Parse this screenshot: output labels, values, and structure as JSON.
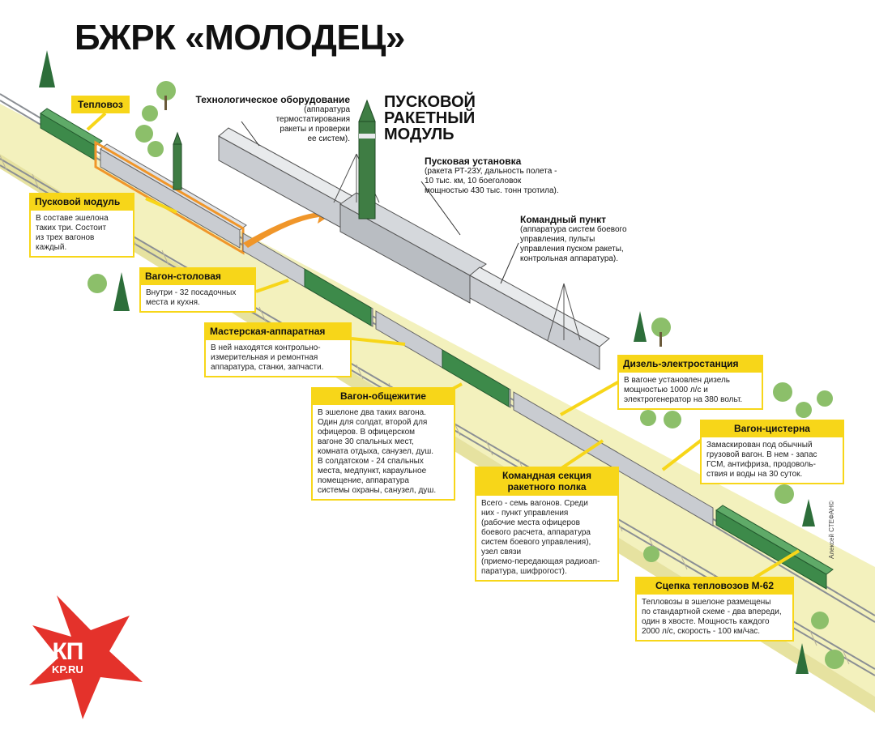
{
  "title": "БЖРК «МОЛОДЕЦ»",
  "launch_module_title": "ПУСКОВОЙ\nРАКЕТНЫЙ\nМОДУЛЬ",
  "credit": "Алексей СТЕФАН©",
  "logo": {
    "kp": "КП",
    "kpru": "KP.RU"
  },
  "callouts": {
    "teplovoz": {
      "header": "Тепловоз"
    },
    "tech_equipment": {
      "header": "Технологическое оборудование",
      "text": "(аппаратура\nтермостатирования\nракеты и проверки\nее систем)."
    },
    "launcher": {
      "header": "Пусковая установка",
      "text": "(ракета РТ-23У, дальность полета -\n10 тыс. км, 10 боеголовок\nмощностью 430 тыс. тонн тротила)."
    },
    "command_post": {
      "header": "Командный пункт",
      "text": "(аппаратура систем боевого\nуправления, пульты\nуправления пуском ракеты,\nконтрольная аппаратура)."
    },
    "launch_module": {
      "header": "Пусковой модуль",
      "text": "В составе эшелона\nтаких три. Состоит\nиз трех вагонов\nкаждый."
    },
    "dining": {
      "header": "Вагон-столовая",
      "text": "Внутри - 32 посадочных\nместа и кухня."
    },
    "workshop": {
      "header": "Мастерская-аппаратная",
      "text": "В ней находятся контрольно-\nизмерительная и ремонтная\nаппаратура, станки, запчасти."
    },
    "diesel": {
      "header": "Дизель-электростанция",
      "text": "В вагоне установлен дизель\nмощностью 1000 л/с и\nэлектрогенератор на 380 вольт."
    },
    "dorm": {
      "header": "Вагон-общежитие",
      "text": "В эшелоне два таких вагона.\nОдин для солдат, второй для\nофицеров. В офицерском\nвагоне 30 спальных мест,\nкомната отдыха, санузел, душ.\nВ солдатском - 24 спальных\nместа, медпункт, караульное\nпомещение, аппаратура\nсистемы охраны, санузел, душ."
    },
    "tank": {
      "header": "Вагон-цистерна",
      "text": "Замаскирован под обычный\nгрузовой вагон. В нем - запас\nГСМ, антифриза, продоволь-\nствия и воды на 30 суток."
    },
    "command_section": {
      "header": "Командная секция\nракетного полка",
      "text": "Всего - семь вагонов. Среди\nних - пункт управления\n(рабочие места офицеров\nбоевого расчета, аппаратура\nсистем боевого управления),\nузел связи\n(приемо-передающая радиоап-\nпаратура, шифрогост)."
    },
    "coupling": {
      "header": "Сцепка тепловозов М-62",
      "text": "Тепловозы в эшелоне размещены\nпо стандартной схеме - два впереди,\nодин в хвосте. Мощность каждого\n2000 л/с, скорость - 100 км/час."
    }
  },
  "colors": {
    "accent": "#f7d619",
    "embankment": "#f3f1bd",
    "car_gray": "#c9ccd1",
    "car_green": "#3d8a4a",
    "rocket": "#3f7d44",
    "orange": "#f0962a",
    "logo_red": "#e4322b"
  }
}
